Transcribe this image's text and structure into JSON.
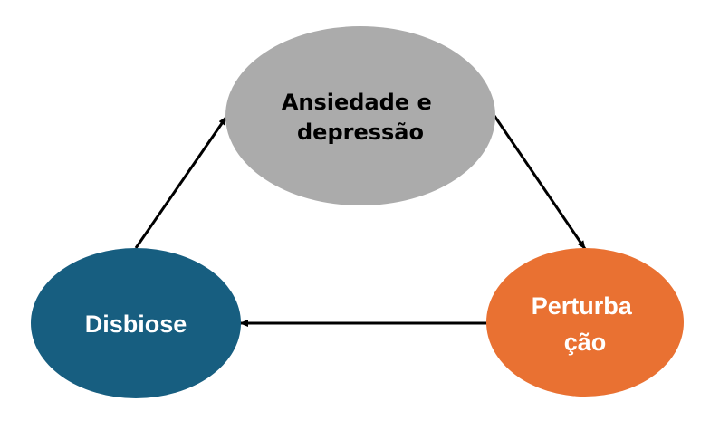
{
  "diagram": {
    "type": "cycle",
    "nodes": [
      {
        "id": "anxiety",
        "lines": [
          "Ansiedade e",
          "depressão"
        ],
        "fill": "#ababab",
        "text_color": "#000000"
      },
      {
        "id": "disruption",
        "lines": [
          "Perturba",
          "ção"
        ],
        "fill": "#e97132",
        "text_color": "#ffffff"
      },
      {
        "id": "dysbiosis",
        "lines": [
          "Disbiose"
        ],
        "fill": "#175e80",
        "text_color": "#ffffff"
      }
    ],
    "edges": [
      {
        "from": "anxiety",
        "to": "disruption"
      },
      {
        "from": "disruption",
        "to": "dysbiosis"
      },
      {
        "from": "dysbiosis",
        "to": "anxiety"
      }
    ],
    "arrow_color": "#000000"
  }
}
